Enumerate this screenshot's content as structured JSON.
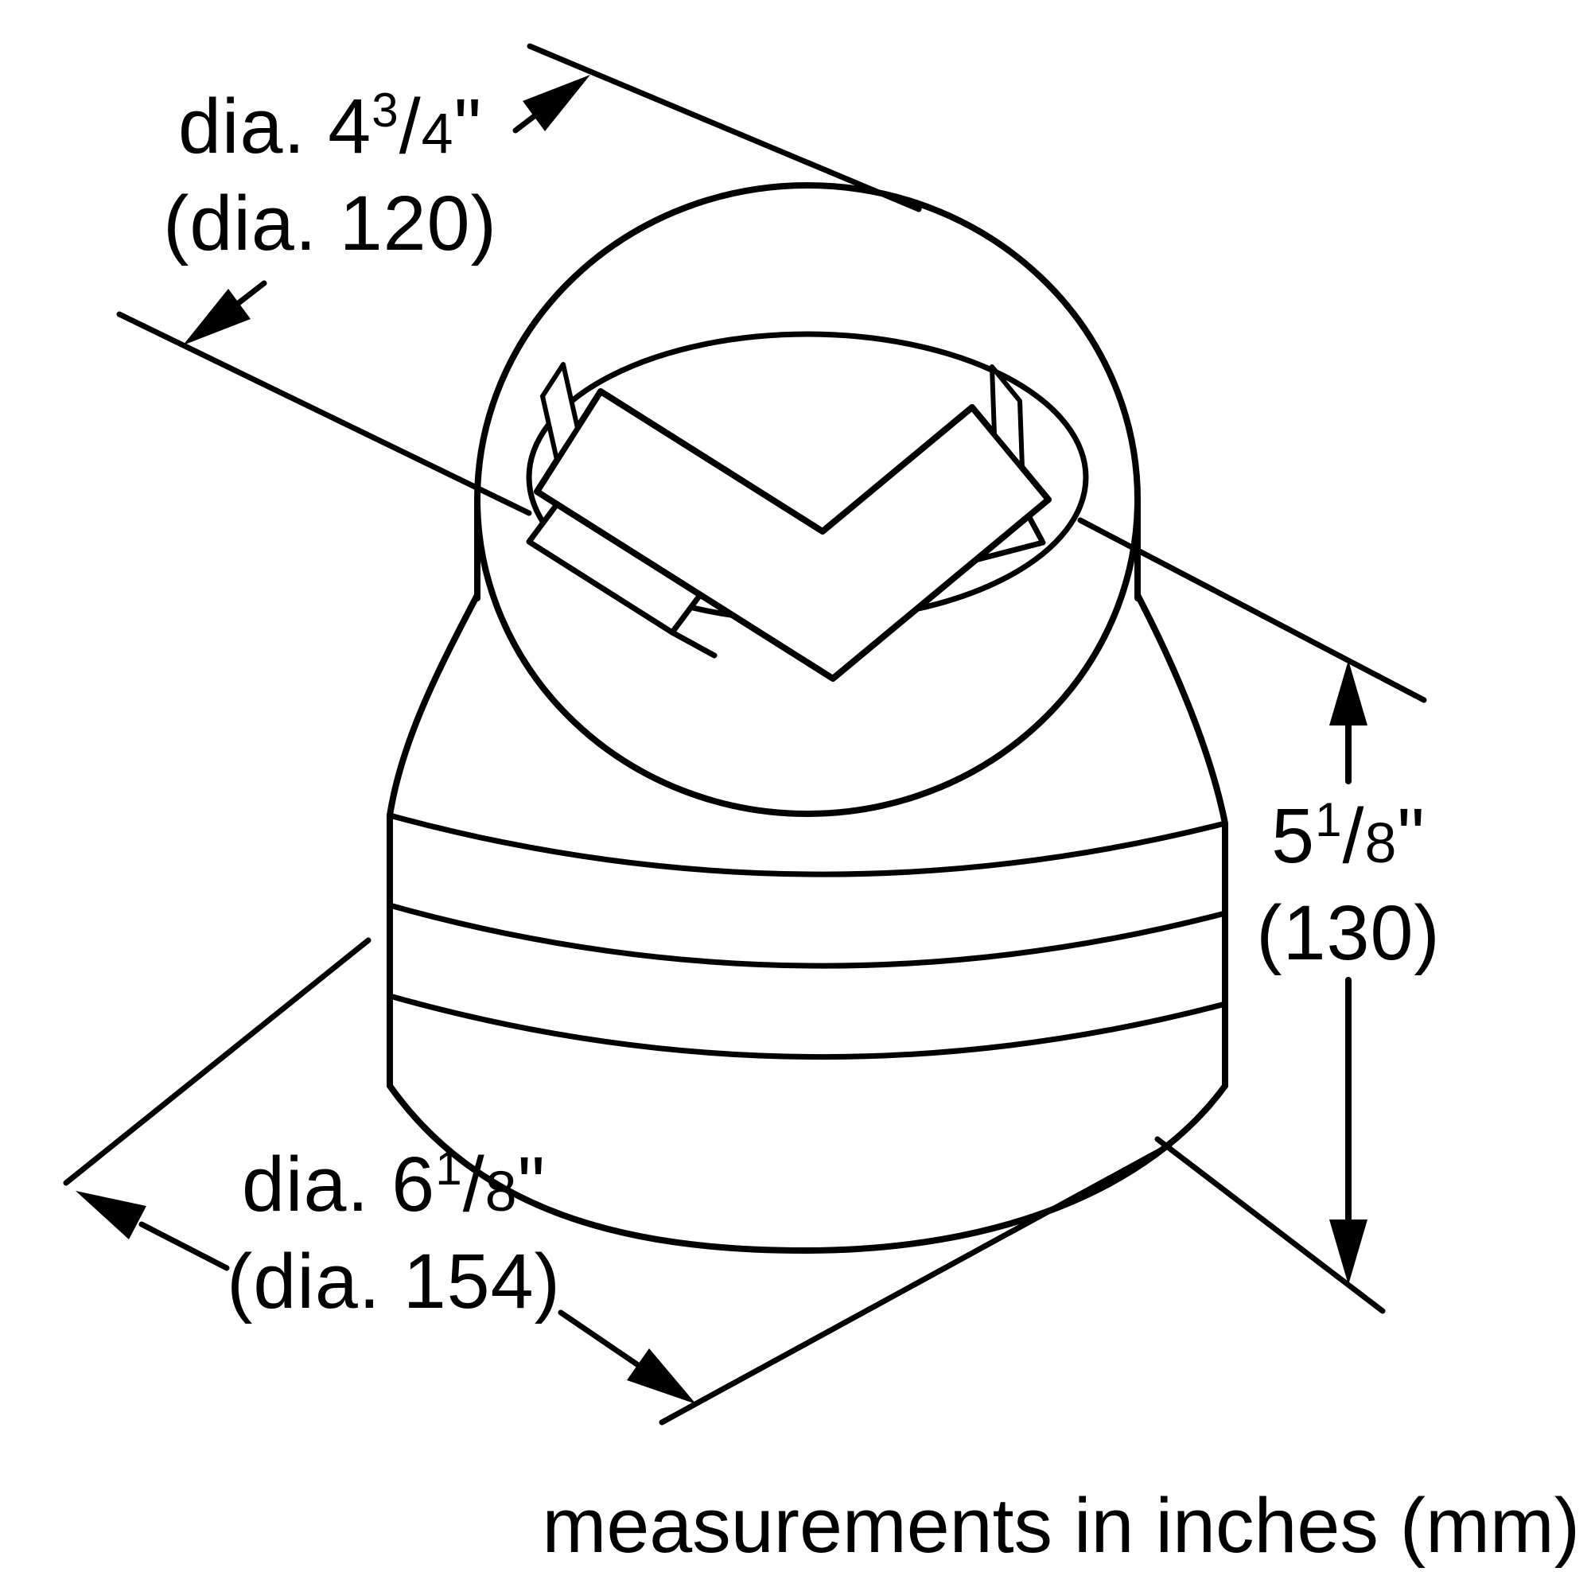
{
  "dimensions": {
    "top_diameter": {
      "prefix": "dia. 4",
      "numerator": "3",
      "slash": "/",
      "denominator": "4",
      "unit": "\"",
      "metric": "(dia. 120)"
    },
    "bottom_diameter": {
      "prefix": "dia. 6",
      "numerator": "1",
      "slash": "/",
      "denominator": "8",
      "unit": "\"",
      "metric": "(dia. 154)"
    },
    "height": {
      "prefix": "5",
      "numerator": "1",
      "slash": "/",
      "denominator": "8",
      "unit": "\"",
      "metric": "(130)"
    }
  },
  "footer_note": "measurements in inches (mm)",
  "colors": {
    "line": "#000000",
    "background": "#ffffff"
  }
}
